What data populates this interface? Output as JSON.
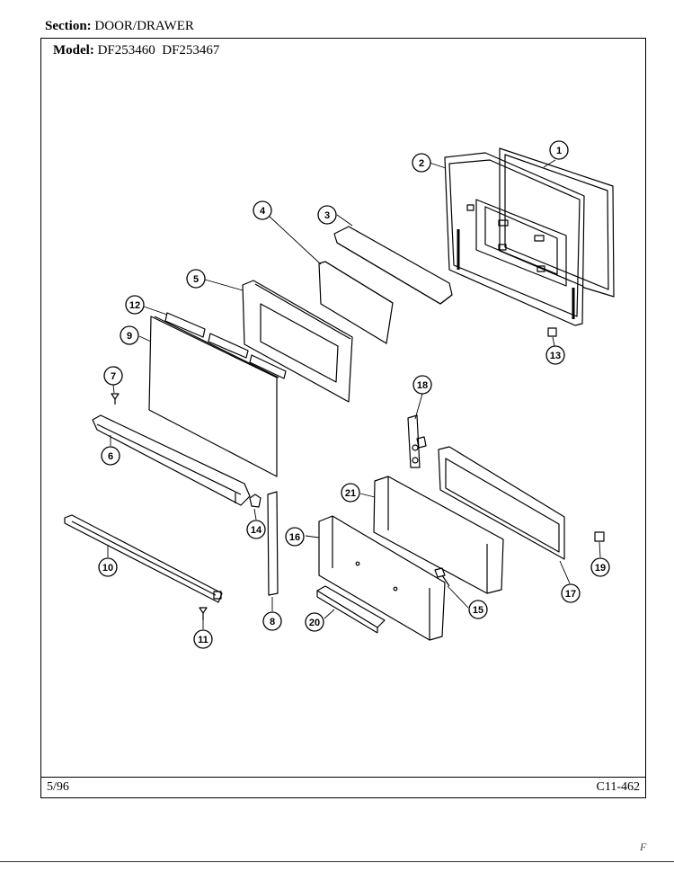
{
  "header": {
    "section_label": "Section:",
    "section_value": "DOOR/DRAWER",
    "model_label": "Model:",
    "model_value": "DF253460  DF253467"
  },
  "footer": {
    "date": "5/96",
    "code": "C11-462"
  },
  "corner_mark": "F",
  "callouts": [
    "1",
    "2",
    "3",
    "4",
    "5",
    "6",
    "7",
    "8",
    "9",
    "10",
    "11",
    "12",
    "13",
    "14",
    "15",
    "16",
    "17",
    "18",
    "19",
    "20",
    "21"
  ]
}
